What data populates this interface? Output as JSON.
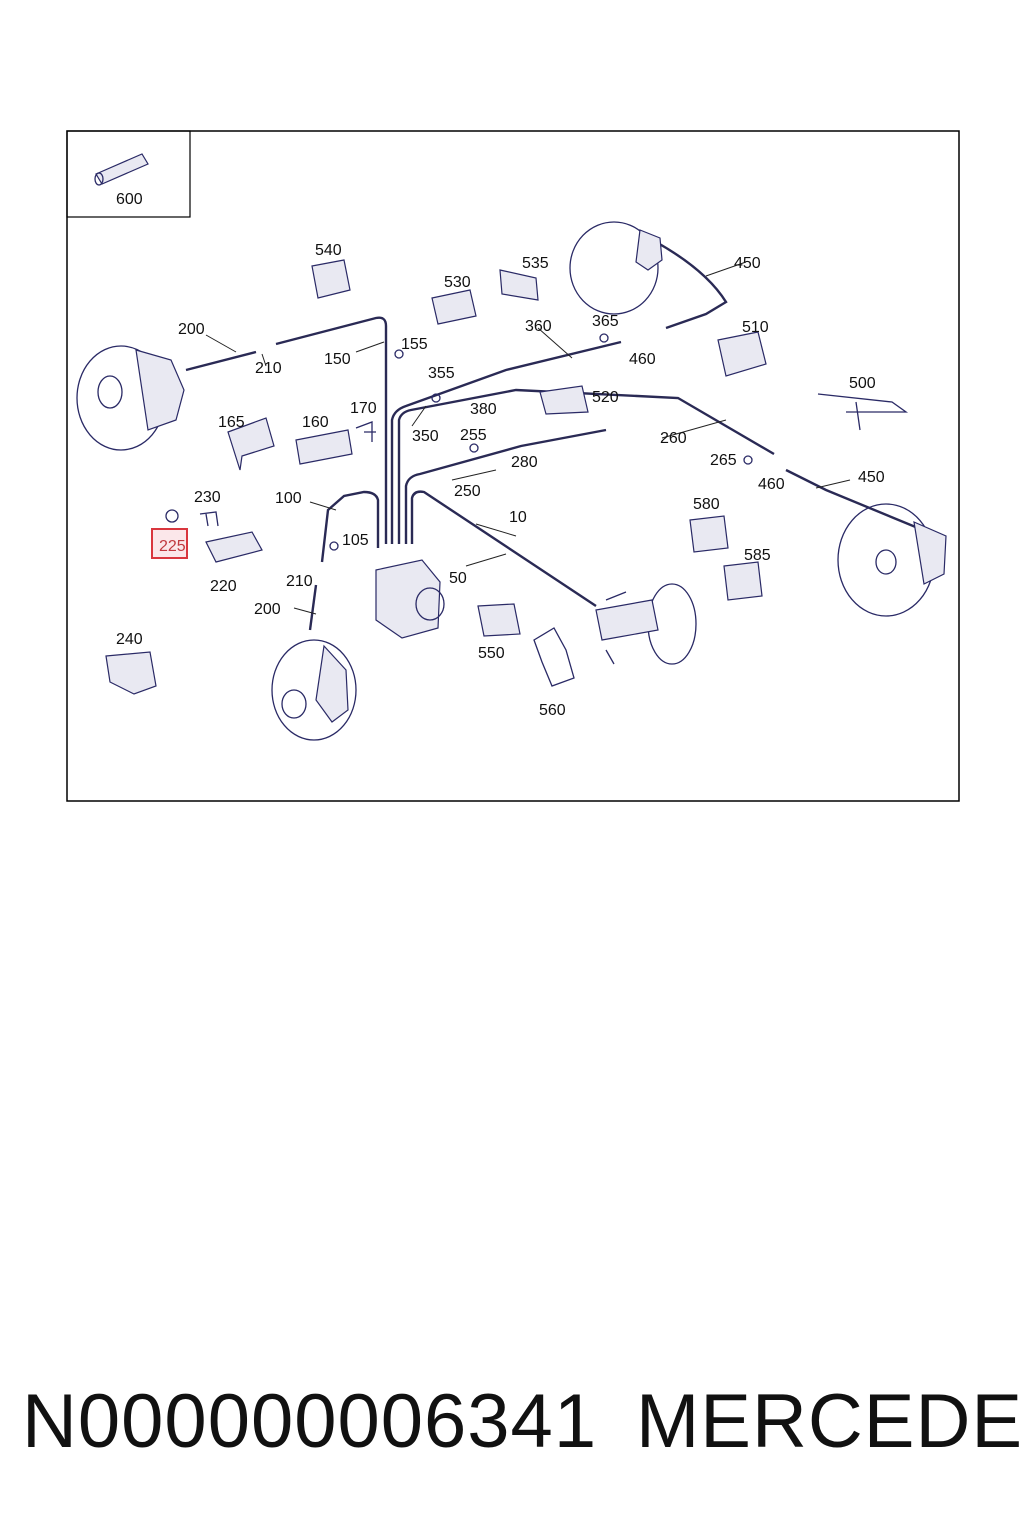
{
  "diagram": {
    "highlighted_label": "225",
    "labels": {
      "l600": "600",
      "l540": "540",
      "l530": "530",
      "l535": "535",
      "l450a": "450",
      "l200a": "200",
      "l210a": "210",
      "l150": "150",
      "l155": "155",
      "l360": "360",
      "l365": "365",
      "l460a": "460",
      "l510": "510",
      "l355": "355",
      "l380": "380",
      "l520": "520",
      "l500": "500",
      "l165": "165",
      "l160": "160",
      "l170": "170",
      "l350": "350",
      "l255": "255",
      "l280": "280",
      "l260": "260",
      "l265": "265",
      "l460b": "460",
      "l450b": "450",
      "l230": "230",
      "l100": "100",
      "l250": "250",
      "l10": "10",
      "l580": "580",
      "l105": "105",
      "l220": "220",
      "l50": "50",
      "l210b": "210",
      "l585": "585",
      "l200b": "200",
      "l550": "550",
      "l240": "240",
      "l560": "560"
    }
  },
  "footer": {
    "code": "N000000006341",
    "brand": "MERCEDES"
  },
  "colors": {
    "frame": "#000000",
    "highlight": "#d9363e",
    "line_art": "#2a2a66"
  }
}
